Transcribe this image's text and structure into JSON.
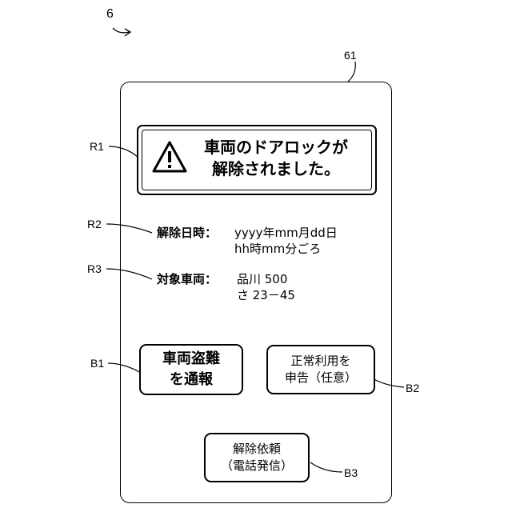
{
  "figure_number": "6",
  "refs": {
    "screen": "61",
    "r1": "R1",
    "r2": "R2",
    "r3": "R3",
    "b1": "B1",
    "b2": "B2",
    "b3": "B3"
  },
  "alert": {
    "icon": "warning-triangle-icon",
    "line1": "車両のドアロックが",
    "line2": "解除されました。"
  },
  "unlock_time": {
    "label": "解除日時：",
    "line1": "yyyy年mm月dd日",
    "line2": "hh時mm分ごろ"
  },
  "vehicle": {
    "label": "対象車両：",
    "line1": "品川 500",
    "line2": "さ 23－45"
  },
  "buttons": {
    "report_theft": {
      "line1": "車両盗難",
      "line2": "を通報"
    },
    "declare_normal_use": {
      "line1": "正常利用を",
      "line2": "申告（任意）"
    },
    "request_unlock": {
      "line1": "解除依頼",
      "line2": "（電話発信）"
    }
  }
}
